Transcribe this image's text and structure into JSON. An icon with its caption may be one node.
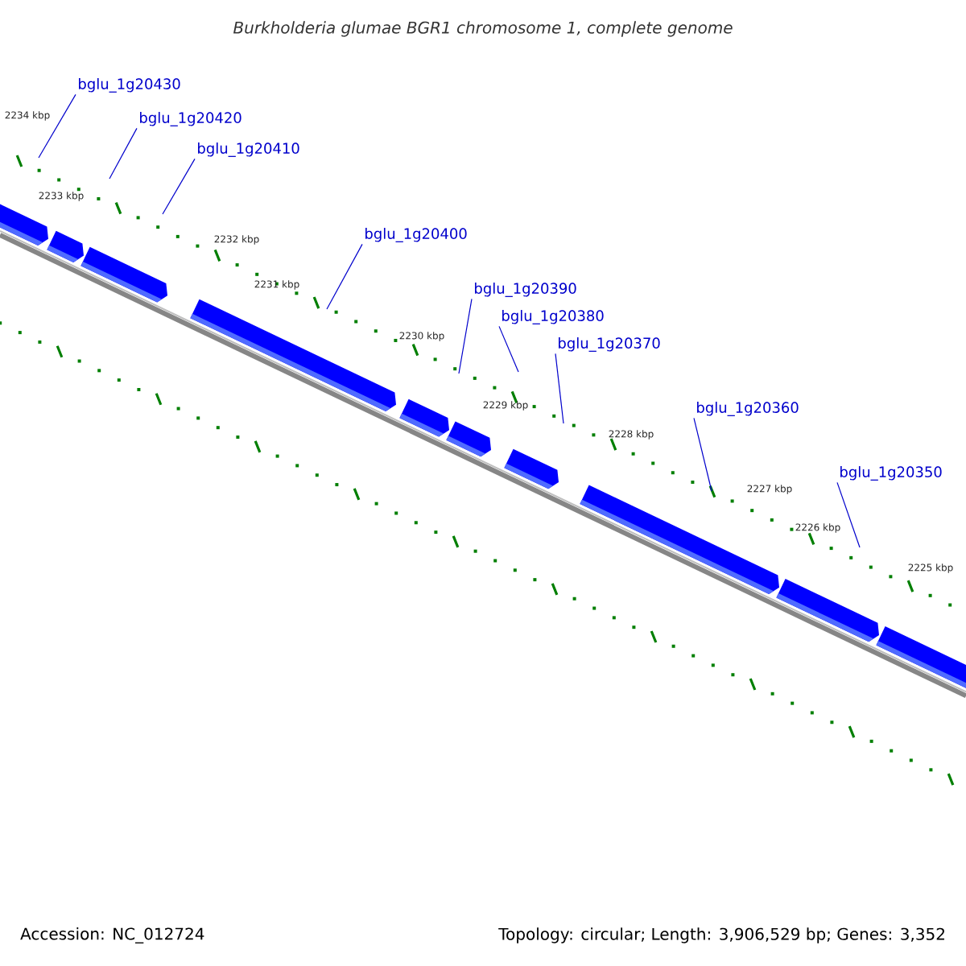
{
  "diagram": {
    "title": "Burkholderia glumae BGR1 chromosome 1, complete genome",
    "nodes": [
      {
        "text": [
          "bglu_1g20430"
        ]
      },
      {
        "text": [
          "bglu_1g20420"
        ]
      },
      {
        "text": [
          "bglu_1g20410"
        ]
      },
      {
        "text": [
          "bglu_1g20400"
        ]
      },
      {
        "text": [
          "bglu_1g20390"
        ]
      },
      {
        "text": [
          "bglu_1g20380"
        ]
      },
      {
        "text": [
          "bglu_1g20370"
        ]
      },
      {
        "text": [
          "bglu_1g20360"
        ]
      },
      {
        "text": [
          "bglu_1g20350"
        ]
      }
    ],
    "edges": [
      {
        "from": 0,
        "to": null,
        "arrow": "none"
      },
      {
        "from": 1,
        "to": null,
        "arrow": "none"
      },
      {
        "from": 2,
        "to": null,
        "arrow": "none"
      },
      {
        "from": 3,
        "to": null,
        "arrow": "none"
      },
      {
        "from": 4,
        "to": null,
        "arrow": "none"
      },
      {
        "from": 5,
        "to": null,
        "arrow": "none"
      },
      {
        "from": 6,
        "to": null,
        "arrow": "none"
      },
      {
        "from": 7,
        "to": null,
        "arrow": "none"
      },
      {
        "from": 8,
        "to": null,
        "arrow": "none"
      }
    ],
    "labels": [
      "2234 kbp",
      "2233 kbp",
      "2232 kbp",
      "2231 kbp",
      "2230 kbp",
      "2229 kbp",
      "2228 kbp",
      "2227 kbp",
      "2226 kbp",
      "2225 kbp",
      "Accession: NC_012724",
      "Topology: circular; Length: 3,906,529 bp; Genes: 3,352"
    ]
  }
}
